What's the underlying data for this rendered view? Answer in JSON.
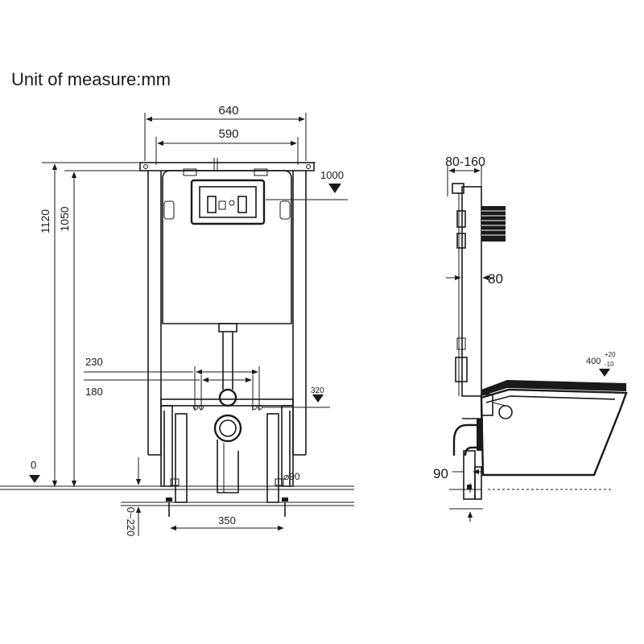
{
  "title": "Unit of measure:mm",
  "front_view": {
    "dim_width_outer": "640",
    "dim_width_inner": "590",
    "dim_height_total": "1120",
    "dim_height_frame": "1050",
    "level_flush_plate": "1000",
    "dim_holes_outer": "230",
    "dim_holes_inner": "180",
    "level_holes": "320",
    "level_floor": "0",
    "dim_pipe_diameter": "⌀90",
    "dim_feet_spacing": "350",
    "dim_leg_adjust": "0~220"
  },
  "side_view": {
    "dim_depth": "80-160",
    "dim_frame_depth": "80",
    "dim_outlet": "90",
    "level_seat_height_base": "400",
    "level_seat_height_tol_plus": "+20",
    "level_seat_height_tol_minus": "-10"
  }
}
